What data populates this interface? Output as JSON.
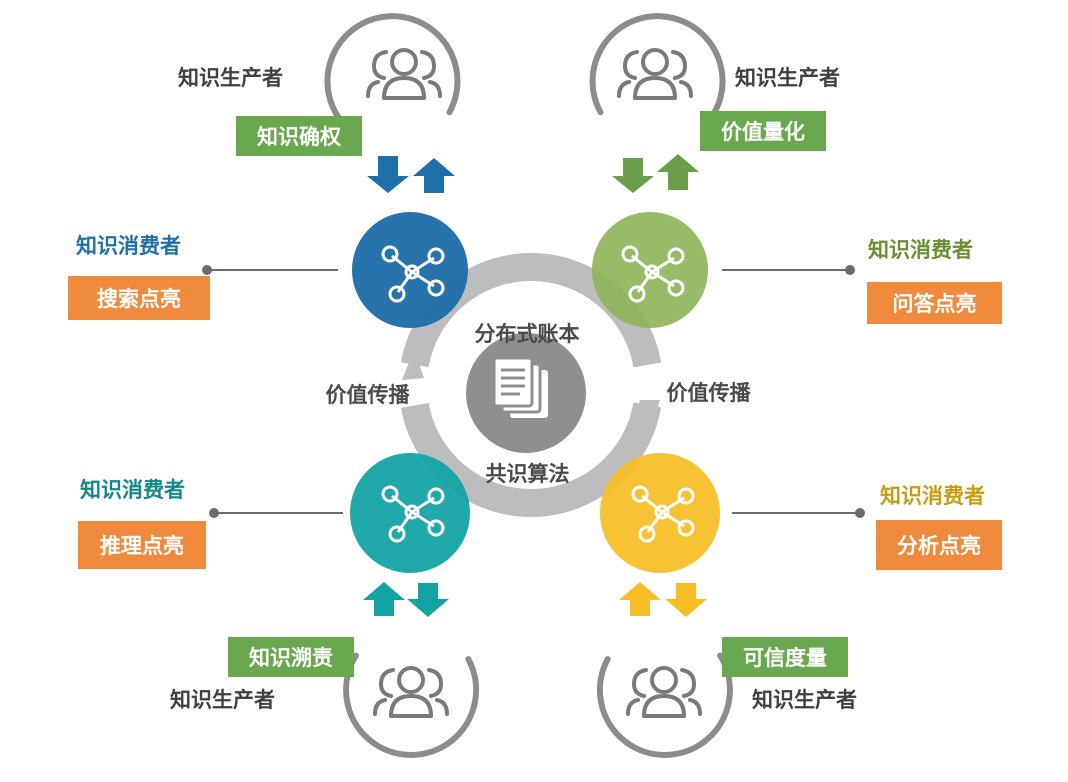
{
  "center": {
    "top_label": "分布式账本",
    "bottom_label": "共识算法",
    "left_label": "价值传播",
    "right_label": "价值传播"
  },
  "producers": {
    "top_left": {
      "name": "知识生产者",
      "tag": "知识确权"
    },
    "top_right": {
      "name": "知识生产者",
      "tag": "价值量化"
    },
    "bottom_left": {
      "name": "知识生产者",
      "tag": "知识溯责"
    },
    "bottom_right": {
      "name": "知识生产者",
      "tag": "可信度量"
    }
  },
  "consumers": {
    "top_left": {
      "name": "知识消费者",
      "tag": "搜索点亮",
      "color": "#1f6fa8"
    },
    "top_right": {
      "name": "知识消费者",
      "tag": "问答点亮",
      "color": "#6b8e2f"
    },
    "bottom_left": {
      "name": "知识消费者",
      "tag": "推理点亮",
      "color": "#13888a"
    },
    "bottom_right": {
      "name": "知识消费者",
      "tag": "分析点亮",
      "color": "#c89d12"
    }
  },
  "colors": {
    "node_blue": "#1f6fa8",
    "node_green": "#8cb456",
    "node_teal": "#14a3a5",
    "node_yellow": "#f7bd24",
    "tag_green": "#6aa84f",
    "tag_orange": "#f08a3c",
    "cycle_gray": "#bdbdbd"
  },
  "icons": {
    "producer": "people-group-icon",
    "node": "network-nodes-icon",
    "center": "documents-icon",
    "exchange": "up-down-arrows-icon"
  }
}
